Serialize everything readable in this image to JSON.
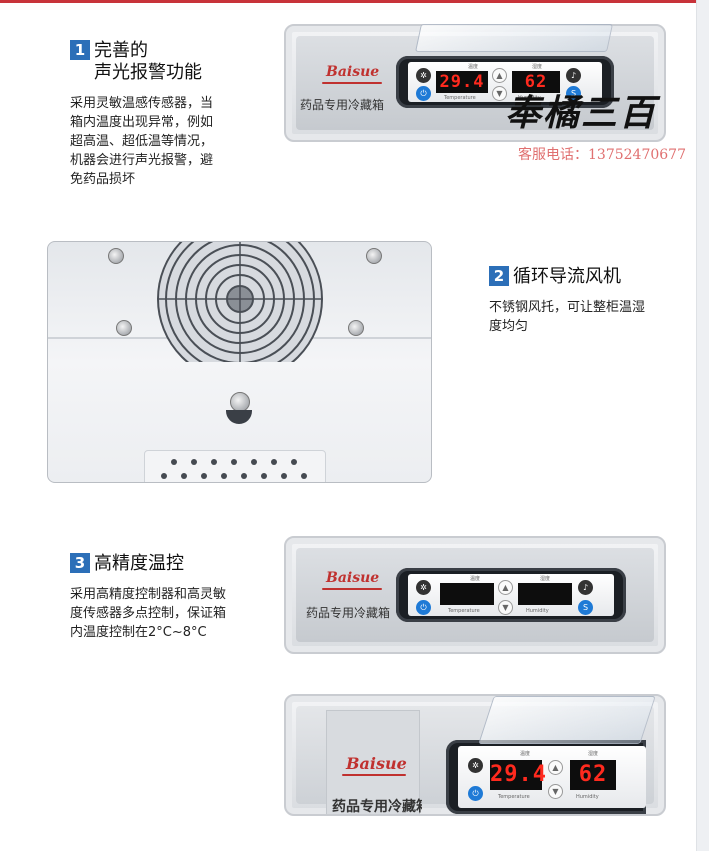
{
  "features": [
    {
      "number": "1",
      "title_line1": "完善的",
      "title_line2": "声光报警功能",
      "description": [
        "采用灵敏温感传感器，当",
        "箱内温度出现异常，例如",
        "超高温、超低温等情况，",
        "机器会进行声光报警，避",
        "免药品损坏"
      ]
    },
    {
      "number": "2",
      "title": "循环导流风机",
      "description": [
        "不锈钢风托，可让整柜温湿",
        "度均匀"
      ]
    },
    {
      "number": "3",
      "title": "高精度温控",
      "description": [
        "采用高精度控制器和高灵敏",
        "度传感器多点控制，保证箱",
        "内温度控制在2°C~8°C"
      ]
    }
  ],
  "panel": {
    "brand": "Baisue",
    "label": "药品专用冷藏箱",
    "label_partial": "药品专用冷藏箱",
    "temperature_reading": "29.4",
    "humidity_reading": "62",
    "temperature_caption": "Temperature",
    "humidity_caption": "Humidity",
    "temp_cn": "温度",
    "hum_cn": "湿度"
  },
  "watermark": {
    "text": "奉橘三百",
    "phone": "客服电话：13752470677"
  },
  "colors": {
    "accent": "#2c6fb8",
    "brand_red": "#c0312f",
    "lcd_red": "#ff2a1e"
  }
}
